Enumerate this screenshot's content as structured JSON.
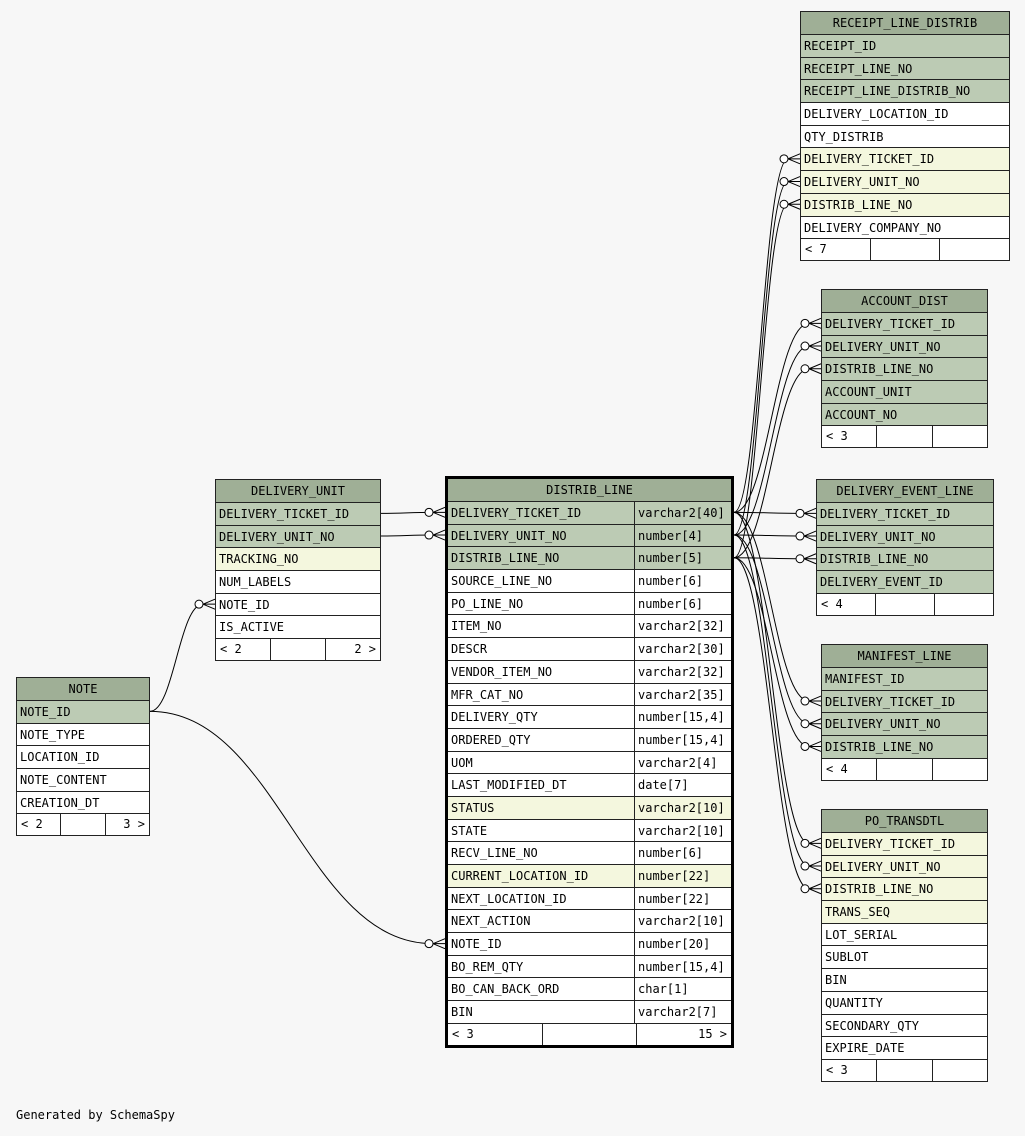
{
  "tables": [
    {
      "id": "receipt_line_distrib",
      "name": "RECEIPT_LINE_DISTRIB",
      "columns": [
        {
          "name": "RECEIPT_ID",
          "kind": "pk"
        },
        {
          "name": "RECEIPT_LINE_NO",
          "kind": "pk"
        },
        {
          "name": "RECEIPT_LINE_DISTRIB_NO",
          "kind": "pk"
        },
        {
          "name": "DELIVERY_LOCATION_ID",
          "kind": ""
        },
        {
          "name": "QTY_DISTRIB",
          "kind": ""
        },
        {
          "name": "DELIVERY_TICKET_ID",
          "kind": "idx"
        },
        {
          "name": "DELIVERY_UNIT_NO",
          "kind": "idx"
        },
        {
          "name": "DISTRIB_LINE_NO",
          "kind": "idx"
        },
        {
          "name": "DELIVERY_COMPANY_NO",
          "kind": ""
        }
      ],
      "footer": [
        "< 7",
        "",
        ""
      ]
    },
    {
      "id": "account_dist",
      "name": "ACCOUNT_DIST",
      "columns": [
        {
          "name": "DELIVERY_TICKET_ID",
          "kind": "pk"
        },
        {
          "name": "DELIVERY_UNIT_NO",
          "kind": "pk"
        },
        {
          "name": "DISTRIB_LINE_NO",
          "kind": "pk"
        },
        {
          "name": "ACCOUNT_UNIT",
          "kind": "pk"
        },
        {
          "name": "ACCOUNT_NO",
          "kind": "pk"
        }
      ],
      "footer": [
        "< 3",
        "",
        ""
      ]
    },
    {
      "id": "delivery_event_line",
      "name": "DELIVERY_EVENT_LINE",
      "columns": [
        {
          "name": "DELIVERY_TICKET_ID",
          "kind": "pk"
        },
        {
          "name": "DELIVERY_UNIT_NO",
          "kind": "pk"
        },
        {
          "name": "DISTRIB_LINE_NO",
          "kind": "pk"
        },
        {
          "name": "DELIVERY_EVENT_ID",
          "kind": "pk"
        }
      ],
      "footer": [
        "< 4",
        "",
        ""
      ]
    },
    {
      "id": "manifest_line",
      "name": "MANIFEST_LINE",
      "columns": [
        {
          "name": "MANIFEST_ID",
          "kind": "pk"
        },
        {
          "name": "DELIVERY_TICKET_ID",
          "kind": "pk"
        },
        {
          "name": "DELIVERY_UNIT_NO",
          "kind": "pk"
        },
        {
          "name": "DISTRIB_LINE_NO",
          "kind": "pk"
        }
      ],
      "footer": [
        "< 4",
        "",
        ""
      ]
    },
    {
      "id": "po_transdtl",
      "name": "PO_TRANSDTL",
      "columns": [
        {
          "name": "DELIVERY_TICKET_ID",
          "kind": "idx"
        },
        {
          "name": "DELIVERY_UNIT_NO",
          "kind": "idx"
        },
        {
          "name": "DISTRIB_LINE_NO",
          "kind": "idx"
        },
        {
          "name": "TRANS_SEQ",
          "kind": "idx"
        },
        {
          "name": "LOT_SERIAL",
          "kind": ""
        },
        {
          "name": "SUBLOT",
          "kind": ""
        },
        {
          "name": "BIN",
          "kind": ""
        },
        {
          "name": "QUANTITY",
          "kind": ""
        },
        {
          "name": "SECONDARY_QTY",
          "kind": ""
        },
        {
          "name": "EXPIRE_DATE",
          "kind": ""
        }
      ],
      "footer": [
        "< 3",
        "",
        ""
      ]
    },
    {
      "id": "delivery_unit",
      "name": "DELIVERY_UNIT",
      "columns": [
        {
          "name": "DELIVERY_TICKET_ID",
          "kind": "pk"
        },
        {
          "name": "DELIVERY_UNIT_NO",
          "kind": "pk"
        },
        {
          "name": "TRACKING_NO",
          "kind": "idx"
        },
        {
          "name": "NUM_LABELS",
          "kind": ""
        },
        {
          "name": "NOTE_ID",
          "kind": ""
        },
        {
          "name": "IS_ACTIVE",
          "kind": ""
        }
      ],
      "footer": [
        "< 2",
        "",
        "2 >"
      ]
    },
    {
      "id": "note",
      "name": "NOTE",
      "columns": [
        {
          "name": "NOTE_ID",
          "kind": "pk"
        },
        {
          "name": "NOTE_TYPE",
          "kind": ""
        },
        {
          "name": "LOCATION_ID",
          "kind": ""
        },
        {
          "name": "NOTE_CONTENT",
          "kind": ""
        },
        {
          "name": "CREATION_DT",
          "kind": ""
        }
      ],
      "footer": [
        "< 2",
        "",
        "3 >"
      ]
    },
    {
      "id": "distrib_line",
      "name": "DISTRIB_LINE",
      "main": true,
      "columns": [
        {
          "name": "DELIVERY_TICKET_ID",
          "type": "varchar2[40]",
          "kind": "pk"
        },
        {
          "name": "DELIVERY_UNIT_NO",
          "type": "number[4]",
          "kind": "pk"
        },
        {
          "name": "DISTRIB_LINE_NO",
          "type": "number[5]",
          "kind": "pk"
        },
        {
          "name": "SOURCE_LINE_NO",
          "type": "number[6]",
          "kind": ""
        },
        {
          "name": "PO_LINE_NO",
          "type": "number[6]",
          "kind": ""
        },
        {
          "name": "ITEM_NO",
          "type": "varchar2[32]",
          "kind": ""
        },
        {
          "name": "DESCR",
          "type": "varchar2[30]",
          "kind": ""
        },
        {
          "name": "VENDOR_ITEM_NO",
          "type": "varchar2[32]",
          "kind": ""
        },
        {
          "name": "MFR_CAT_NO",
          "type": "varchar2[35]",
          "kind": ""
        },
        {
          "name": "DELIVERY_QTY",
          "type": "number[15,4]",
          "kind": ""
        },
        {
          "name": "ORDERED_QTY",
          "type": "number[15,4]",
          "kind": ""
        },
        {
          "name": "UOM",
          "type": "varchar2[4]",
          "kind": ""
        },
        {
          "name": "LAST_MODIFIED_DT",
          "type": "date[7]",
          "kind": ""
        },
        {
          "name": "STATUS",
          "type": "varchar2[10]",
          "kind": "idx"
        },
        {
          "name": "STATE",
          "type": "varchar2[10]",
          "kind": ""
        },
        {
          "name": "RECV_LINE_NO",
          "type": "number[6]",
          "kind": ""
        },
        {
          "name": "CURRENT_LOCATION_ID",
          "type": "number[22]",
          "kind": "idx"
        },
        {
          "name": "NEXT_LOCATION_ID",
          "type": "number[22]",
          "kind": ""
        },
        {
          "name": "NEXT_ACTION",
          "type": "varchar2[10]",
          "kind": ""
        },
        {
          "name": "NOTE_ID",
          "type": "number[20]",
          "kind": ""
        },
        {
          "name": "BO_REM_QTY",
          "type": "number[15,4]",
          "kind": ""
        },
        {
          "name": "BO_CAN_BACK_ORD",
          "type": "char[1]",
          "kind": ""
        },
        {
          "name": "BIN",
          "type": "varchar2[7]",
          "kind": ""
        }
      ],
      "footer": [
        "< 3",
        "",
        "15 >"
      ]
    }
  ],
  "relationships": [
    {
      "from": "distrib_line",
      "from_row": 0,
      "to": "receipt_line_distrib",
      "to_row": 5
    },
    {
      "from": "distrib_line",
      "from_row": 1,
      "to": "receipt_line_distrib",
      "to_row": 6
    },
    {
      "from": "distrib_line",
      "from_row": 2,
      "to": "receipt_line_distrib",
      "to_row": 7
    },
    {
      "from": "distrib_line",
      "from_row": 0,
      "to": "account_dist",
      "to_row": 0
    },
    {
      "from": "distrib_line",
      "from_row": 1,
      "to": "account_dist",
      "to_row": 1
    },
    {
      "from": "distrib_line",
      "from_row": 2,
      "to": "account_dist",
      "to_row": 2
    },
    {
      "from": "distrib_line",
      "from_row": 0,
      "to": "delivery_event_line",
      "to_row": 0
    },
    {
      "from": "distrib_line",
      "from_row": 1,
      "to": "delivery_event_line",
      "to_row": 1
    },
    {
      "from": "distrib_line",
      "from_row": 2,
      "to": "delivery_event_line",
      "to_row": 2
    },
    {
      "from": "distrib_line",
      "from_row": 0,
      "to": "manifest_line",
      "to_row": 1
    },
    {
      "from": "distrib_line",
      "from_row": 1,
      "to": "manifest_line",
      "to_row": 2
    },
    {
      "from": "distrib_line",
      "from_row": 2,
      "to": "manifest_line",
      "to_row": 3
    },
    {
      "from": "distrib_line",
      "from_row": 0,
      "to": "po_transdtl",
      "to_row": 0
    },
    {
      "from": "distrib_line",
      "from_row": 1,
      "to": "po_transdtl",
      "to_row": 1
    },
    {
      "from": "distrib_line",
      "from_row": 2,
      "to": "po_transdtl",
      "to_row": 2
    },
    {
      "from": "delivery_unit",
      "from_row": 0,
      "to": "distrib_line",
      "to_row": 0
    },
    {
      "from": "delivery_unit",
      "from_row": 1,
      "to": "distrib_line",
      "to_row": 1
    },
    {
      "from": "note",
      "from_row": 0,
      "to": "delivery_unit",
      "to_row": 4
    },
    {
      "from": "note",
      "from_row": 0,
      "to": "distrib_line",
      "to_row": 19
    }
  ],
  "credit": "Generated by SchemaSpy"
}
